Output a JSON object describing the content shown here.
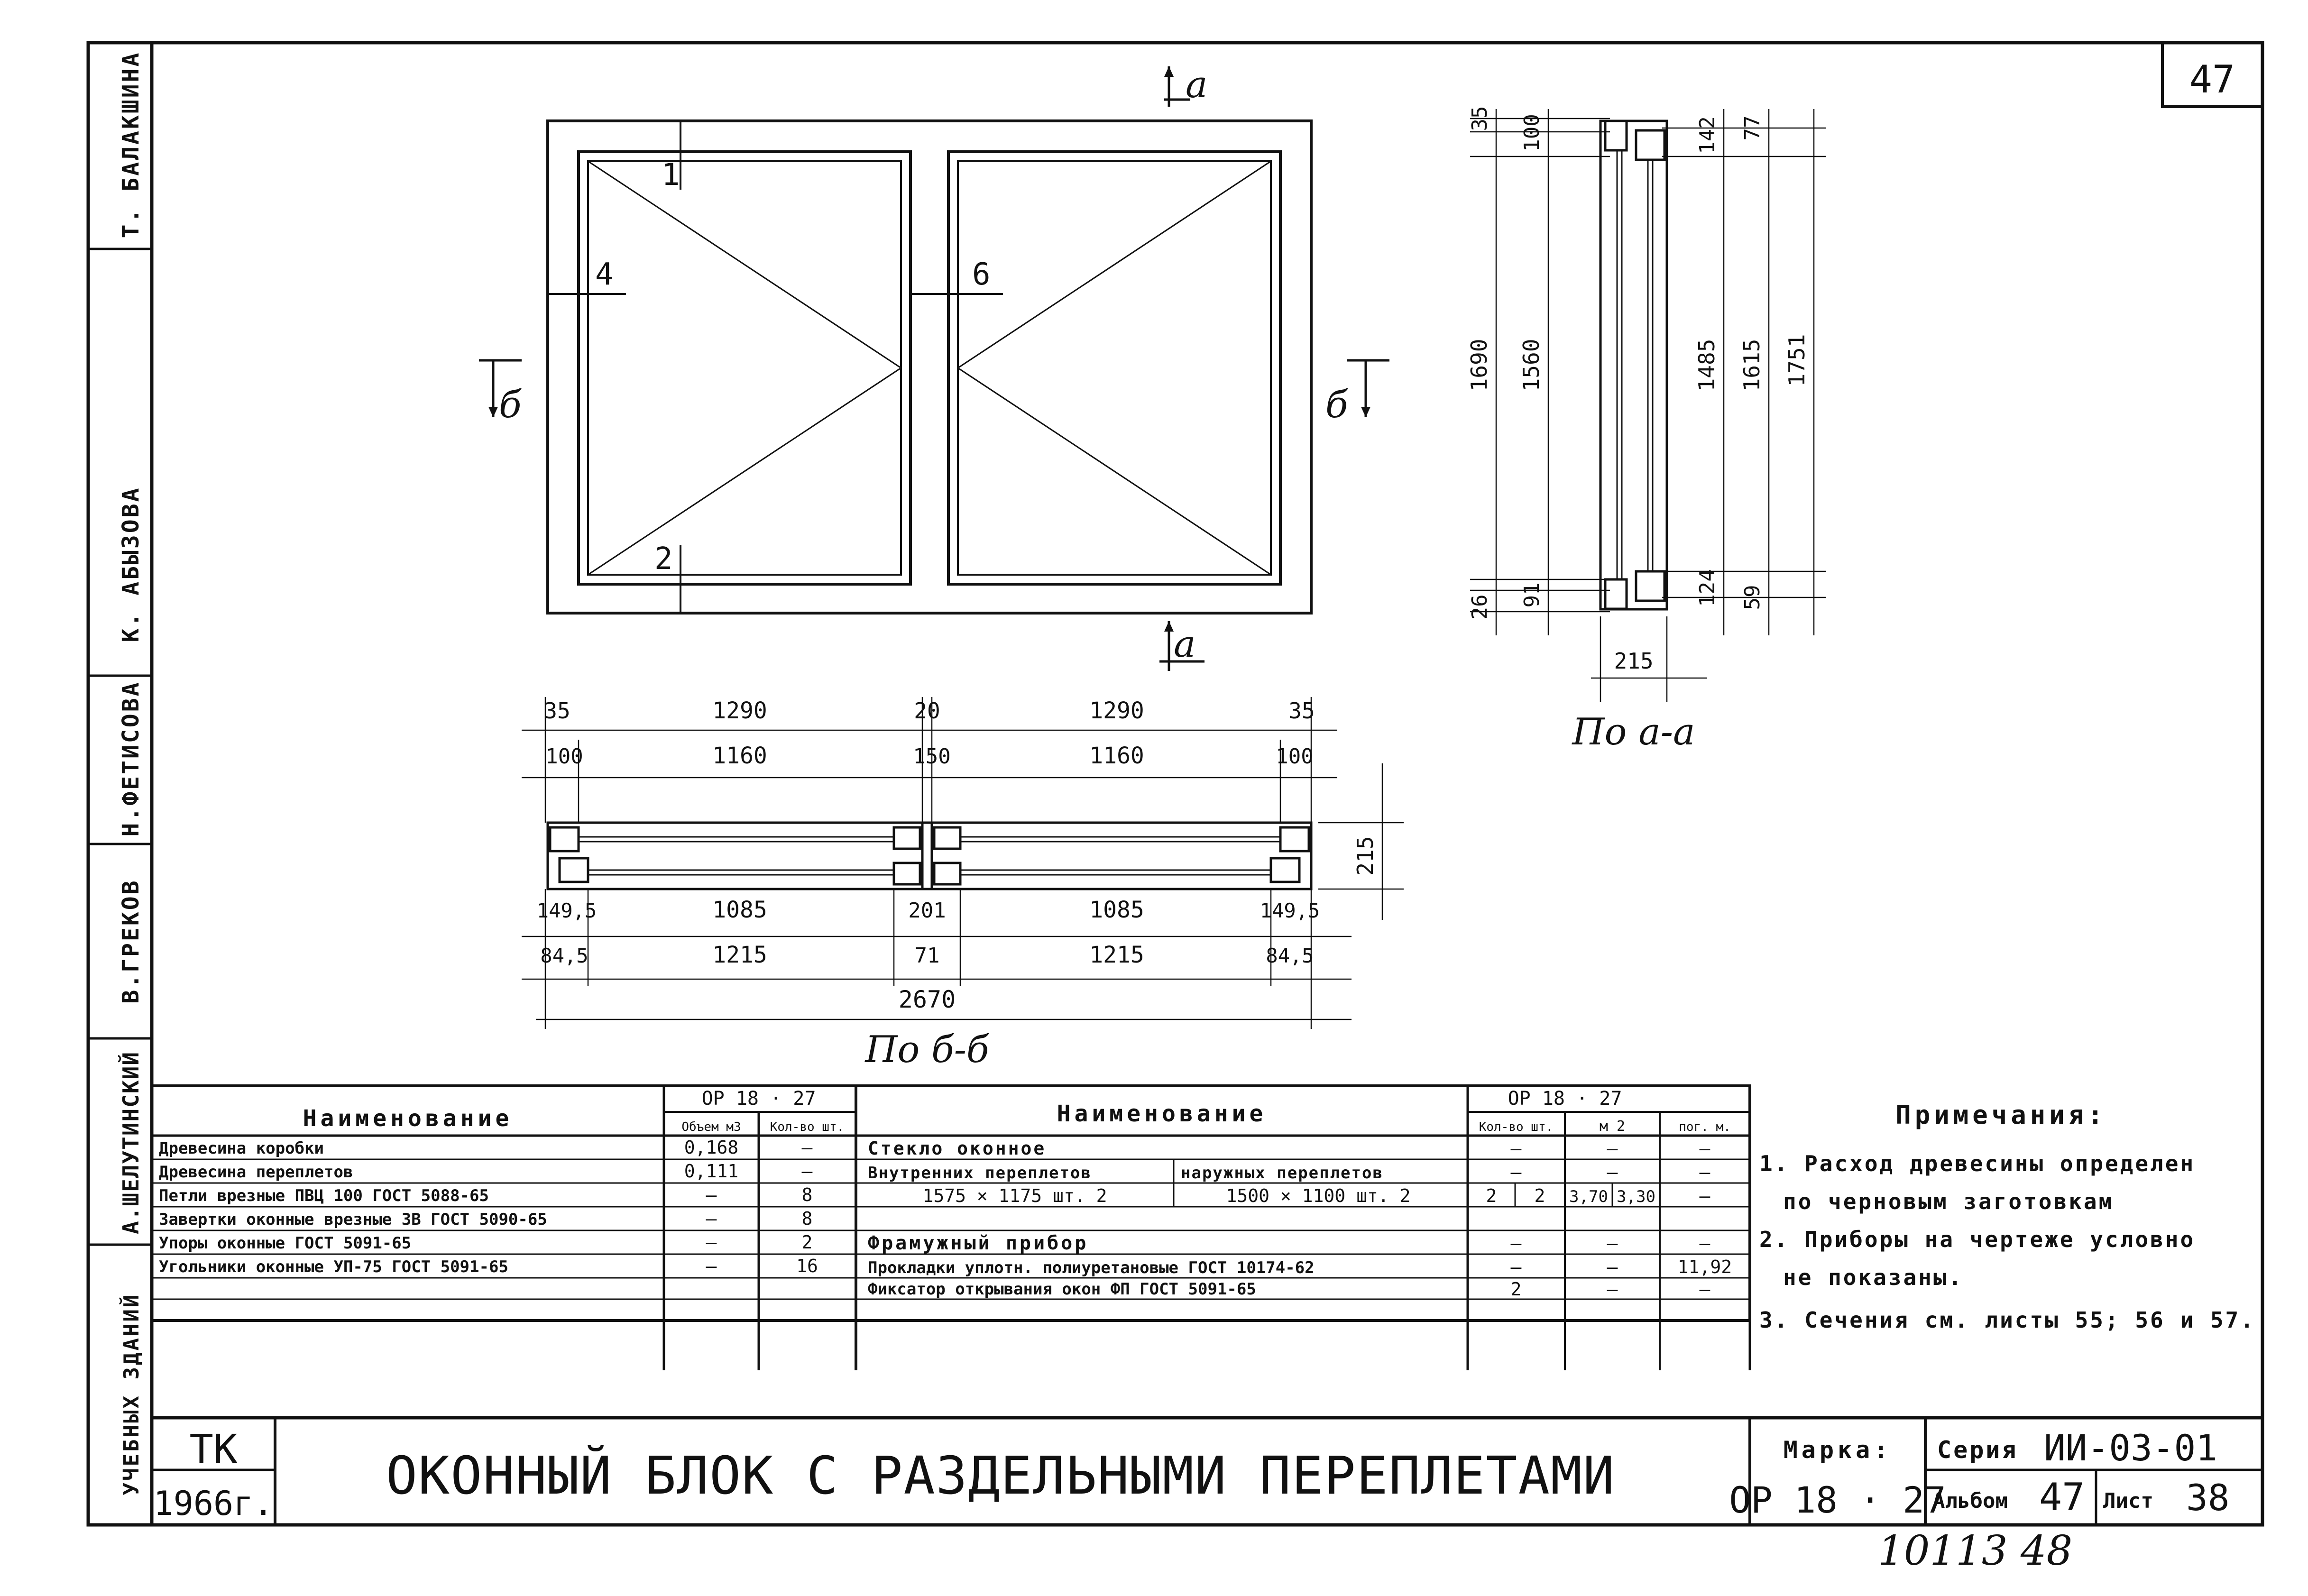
{
  "sheet_number": "47",
  "archive_number": "10113  48",
  "side_stamps": [
    "Т. БАЛАКШИНА",
    "К. АБЫЗОВА",
    "Н.ФЕТИСОВА",
    "В.ГРЕКОВ",
    "А.ШЕЛУТИНСКИЙ",
    "УЧЕБНЫХ ЗДАНИЙ"
  ],
  "elevation": {
    "cut_a": "а",
    "cut_b": "б",
    "markers": [
      "1",
      "2",
      "4",
      "6"
    ]
  },
  "section_aa": {
    "caption": "По а-а",
    "left_outer": [
      "35",
      "1690",
      "26"
    ],
    "left_inner": [
      "100",
      "1560",
      "91"
    ],
    "right_inner": [
      "142",
      "1485",
      "124"
    ],
    "right_outer": [
      "77",
      "1615",
      "59"
    ],
    "total": "1751",
    "width": "215"
  },
  "section_bb": {
    "caption": "По б-б",
    "row1": [
      "35",
      "1290",
      "20",
      "1290",
      "35"
    ],
    "row2": [
      "100",
      "1160",
      "150",
      "1160",
      "100"
    ],
    "row3": [
      "149,5",
      "1085",
      "201",
      "1085",
      "149,5"
    ],
    "row4": [
      "84,5",
      "1215",
      "71",
      "1215",
      "84,5"
    ],
    "total": "2670",
    "depth": "215"
  },
  "table_left": {
    "header_name": "Наименование",
    "header_group": "ОР 18 · 27",
    "col_vol": "Объем м3",
    "col_qty": "Кол-во шт.",
    "rows": [
      {
        "name": "Древесина коробки",
        "vol": "0,168",
        "qty": "—"
      },
      {
        "name": "Древесина переплетов",
        "vol": "0,111",
        "qty": "—"
      },
      {
        "name": "Петли врезные ПВЦ 100 ГОСТ 5088-65",
        "vol": "—",
        "qty": "8"
      },
      {
        "name": "Завертки оконные врезные 3В ГОСТ 5090-65",
        "vol": "—",
        "qty": "8"
      },
      {
        "name": "Упоры оконные  ГОСТ 5091-65",
        "vol": "—",
        "qty": "2"
      },
      {
        "name": "Угольники оконные УП-75 ГОСТ 5091-65",
        "vol": "—",
        "qty": "16"
      }
    ]
  },
  "table_right": {
    "header_name": "Наименование",
    "header_group": "ОР 18 · 27",
    "col_qty": "Кол-во шт.",
    "col_m2": "м 2",
    "col_pm": "пог. м.",
    "glass": "Стекло оконное",
    "inner_sash": "Внутренних переплетов",
    "outer_sash": "наружных переплетов",
    "inner_size": "1575 × 1175  шт. 2",
    "outer_size": "1500 × 1100  шт. 2",
    "inner_qty": "2",
    "outer_qty": "2",
    "inner_m2": "3,70",
    "outer_m2": "3,30",
    "dash": "—",
    "fram": "Фрамужный прибор",
    "gasket": "Прокладки уплотн. полиуретановые ГОСТ 10174-62",
    "gasket_pm": "11,92",
    "fixator": "Фиксатор открывания окон  ФП  ГОСТ 5091-65",
    "fixator_qty": "2"
  },
  "notes": {
    "title": "Примечания:",
    "lines": [
      "1. Расход древесины определен",
      "по черновым заготовкам",
      "2. Приборы на чертеже условно",
      "не показаны.",
      "3. Сечения см. листы 55; 56 и 57."
    ]
  },
  "title_block": {
    "org": "ТК",
    "year": "1966г.",
    "title": "ОКОННЫЙ  БЛОК   С  РАЗДЕЛЬНЫМИ   ПЕРЕПЛЕТАМИ",
    "mark_label": "Марка:",
    "mark_value": "ОР 18 · 27",
    "series_label": "Серия",
    "series_value": "ИИ-03-01",
    "album_label": "Альбом",
    "album_value": "47",
    "sheet_label": "Лист",
    "sheet_value": "38"
  }
}
